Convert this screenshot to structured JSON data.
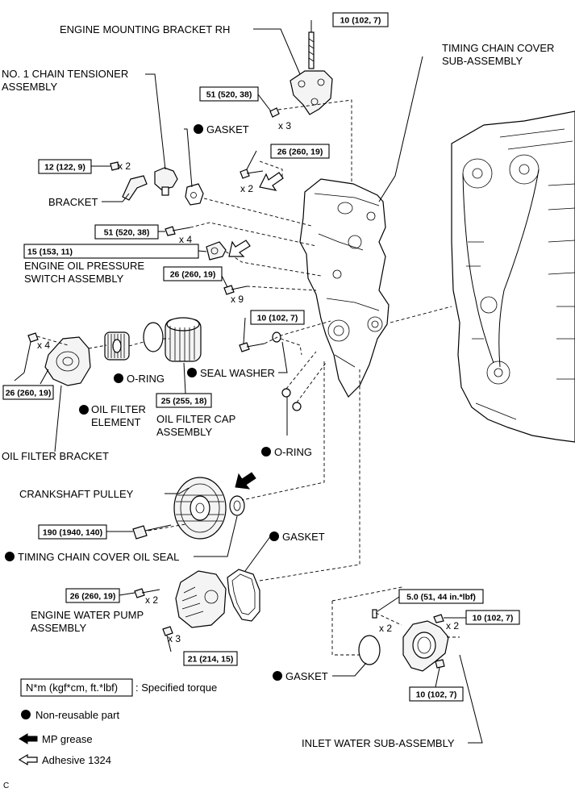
{
  "labels": {
    "engine_mounting_bracket": "ENGINE MOUNTING BRACKET RH",
    "timing_chain_cover_1": "TIMING CHAIN COVER",
    "timing_chain_cover_2": "SUB-ASSEMBLY",
    "chain_tensioner_1": "NO. 1 CHAIN TENSIONER",
    "chain_tensioner_2": "ASSEMBLY",
    "gasket_top": "GASKET",
    "bracket": "BRACKET",
    "oil_pressure_switch_1": "ENGINE OIL PRESSURE",
    "oil_pressure_switch_2": "SWITCH ASSEMBLY",
    "o_ring_1": "O-RING",
    "seal_washer": "SEAL WASHER",
    "oil_filter_element_1": "OIL FILTER",
    "oil_filter_element_2": "ELEMENT",
    "oil_filter_cap_1": "OIL FILTER CAP",
    "oil_filter_cap_2": "ASSEMBLY",
    "oil_filter_bracket": "OIL FILTER BRACKET",
    "o_ring_2": "O-RING",
    "crankshaft_pulley": "CRANKSHAFT PULLEY",
    "timing_chain_oil_seal": "TIMING CHAIN COVER OIL SEAL",
    "gasket_mid": "GASKET",
    "water_pump_1": "ENGINE WATER PUMP",
    "water_pump_2": "ASSEMBLY",
    "gasket_bottom": "GASKET",
    "inlet_water": "INLET WATER SUB-ASSEMBLY"
  },
  "torques": {
    "t1": "10 (102, 7)",
    "t2": "51 (520, 38)",
    "t3": "12 (122, 9)",
    "t4": "26 (260, 19)",
    "t5": "51 (520, 38)",
    "t6": "15 (153, 11)",
    "t7": "26 (260, 19)",
    "t8": "10 (102, 7)",
    "t9": "26 (260, 19)",
    "t10": "25 (255, 18)",
    "t11": "190 (1940, 140)",
    "t12": "26 (260, 19)",
    "t13": "21 (214, 15)",
    "t14": "5.0 (51, 44 in.*lbf)",
    "t15": "10 (102, 7)",
    "t16": "10 (102, 7)"
  },
  "quantities": {
    "q1": "x 3",
    "q2": "x 2",
    "q3": "x 2",
    "q4": "x 4",
    "q5": "x 9",
    "q6": "x 4",
    "q7": "x 2",
    "q8": "x 3",
    "q9": "x 2",
    "q10": "x 2"
  },
  "legend": {
    "unit_box": "N*m (kgf*cm, ft.*lbf)",
    "unit_text": ": Specified torque",
    "non_reusable": "Non-reusable part",
    "mp_grease": "MP grease",
    "adhesive": "Adhesive 1324"
  },
  "corner_code": "C"
}
